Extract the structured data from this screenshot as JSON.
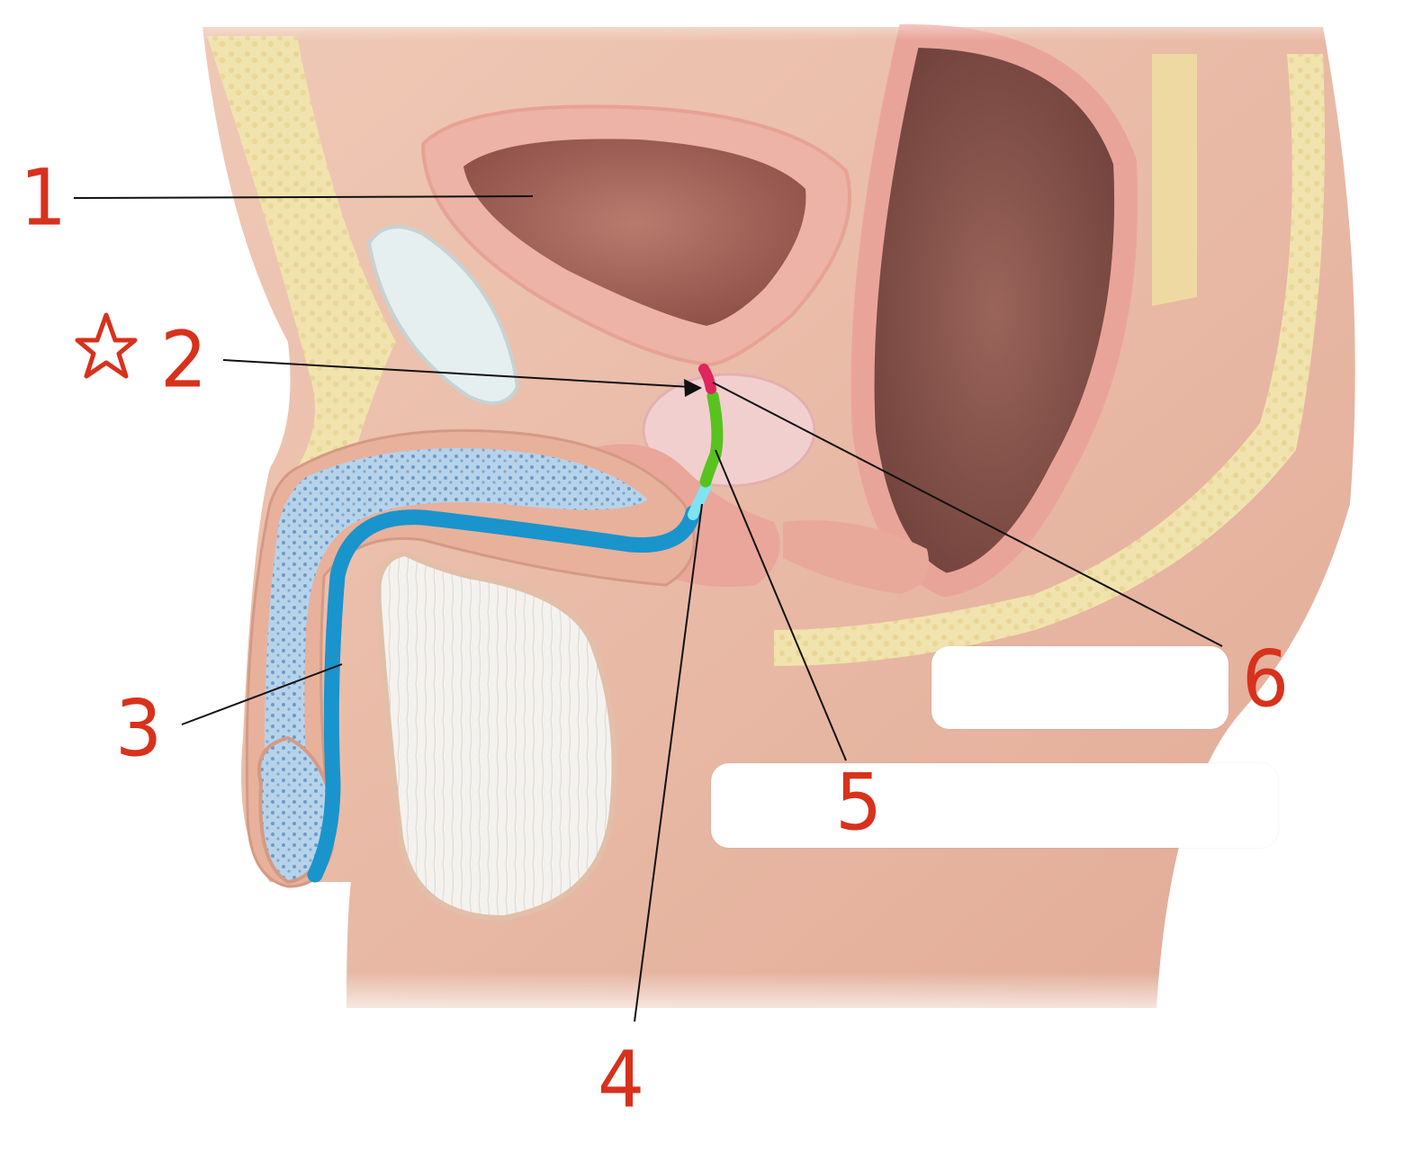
{
  "colors": {
    "label": "#d8311c",
    "leader_line": "#111111",
    "skin": "#e9bba5",
    "muscle": "#e9a99a",
    "fat": "#efe0a8",
    "erectile_tissue": "#a9c9e4",
    "testis_area": "#f3f1ee",
    "bladder_lumen": "#a86a60",
    "prostate": "#f1c9c9",
    "urethra_spongy": "#1a94cc",
    "urethra_membranous": "#7fe3f2",
    "urethra_prostatic": "#58c21f",
    "urethra_preprostatic": "#e0245e"
  },
  "icons": [
    "star-icon"
  ],
  "labels": [
    {
      "id": "1",
      "text": "1"
    },
    {
      "id": "2",
      "text": "2"
    },
    {
      "id": "3",
      "text": "3"
    },
    {
      "id": "4",
      "text": "4"
    },
    {
      "id": "5",
      "text": "5"
    },
    {
      "id": "6",
      "text": "6"
    }
  ],
  "answer_boxes": [
    {
      "id": "box-6",
      "value": ""
    },
    {
      "id": "box-5",
      "value": ""
    }
  ]
}
